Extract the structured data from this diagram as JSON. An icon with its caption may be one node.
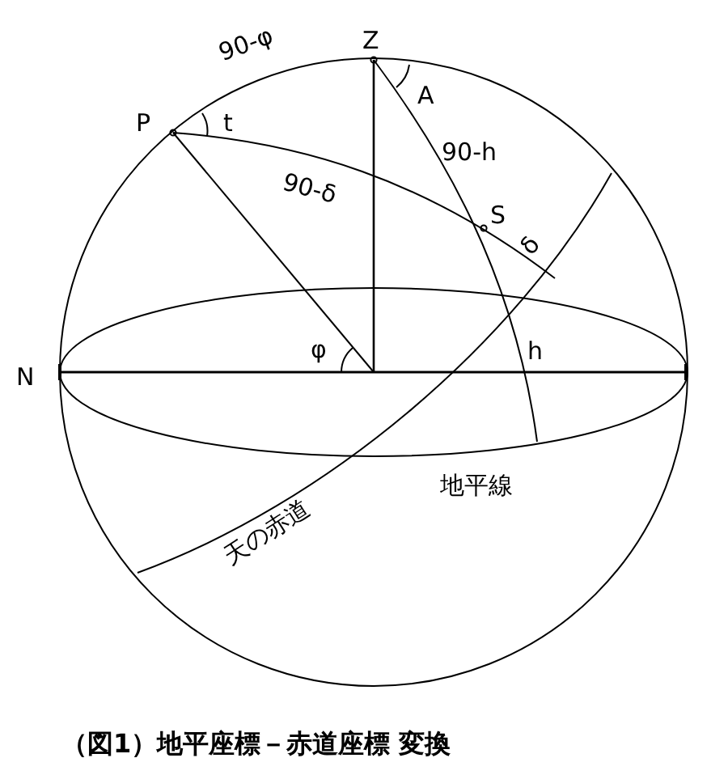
{
  "diagram": {
    "caption": "（図1）地平座標－赤道座標 変換",
    "labels": [
      "90-φ",
      "Z",
      "A",
      "P",
      "t",
      "90-h",
      "90-δ",
      "S",
      "δ",
      "N",
      "φ",
      "h",
      "地平線",
      "天の赤道"
    ]
  }
}
